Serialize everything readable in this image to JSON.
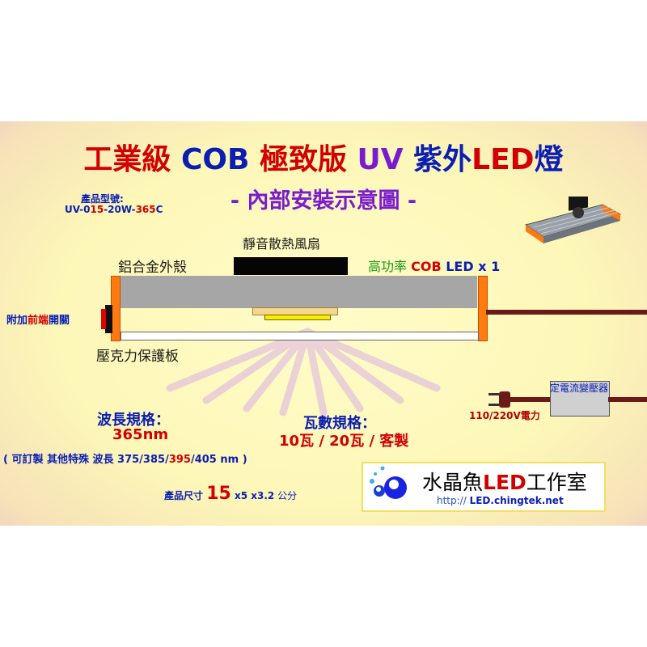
{
  "title": {
    "part1": "工業級 ",
    "part2": "COB",
    "part3": " 極致版 ",
    "part4": "UV",
    "part5": " 紫外",
    "part6": "LED",
    "part7": "燈"
  },
  "subtitle": "- 內部安裝示意圖 -",
  "model": {
    "label": "產品型號:",
    "code_a": "UV-0",
    "code_b": "15",
    "code_c": "-20W-",
    "code_d": "365",
    "code_e": "C"
  },
  "diagram": {
    "fan_label": "靜音散熱風扇",
    "housing_label": "鋁合金外殼",
    "led_label_a": "高功率 ",
    "led_label_b": "COB",
    "led_label_c": " LED x 1",
    "switch_label_a": "附加",
    "switch_label_b": "前端",
    "switch_label_c": "開關",
    "acrylic_label": "壓克力保護板",
    "driver_label": "定電流變壓器",
    "power_label_a": "110/220V",
    "power_label_b": "電力"
  },
  "specs": {
    "wavelength_title": "波長規格：",
    "wavelength_value": "365nm",
    "wavelength_note_a": "( 可訂製 其他特殊 波長 375/385/",
    "wavelength_note_b": "395",
    "wavelength_note_c": "/405 nm )",
    "wattage_title": "瓦數規格：",
    "wattage_value": "10瓦 / 20瓦 / 客製",
    "size_label": "產品尺寸 ",
    "size_big": "15",
    "size_rest": " x5 x3.2",
    "size_unit": "  公分"
  },
  "logo": {
    "name_a": "水晶魚",
    "name_b": "LED",
    "name_c": "工作室",
    "url_a": "http:// ",
    "url_b": "LED",
    "url_c": ".chingtek.net"
  },
  "colors": {
    "title_red": "#d20000",
    "title_blue": "#0a1eb4",
    "uv_violet": "#7a1bd0",
    "end_cap_orange": "#ff7a10",
    "cable_brown": "#6b1a1a"
  }
}
